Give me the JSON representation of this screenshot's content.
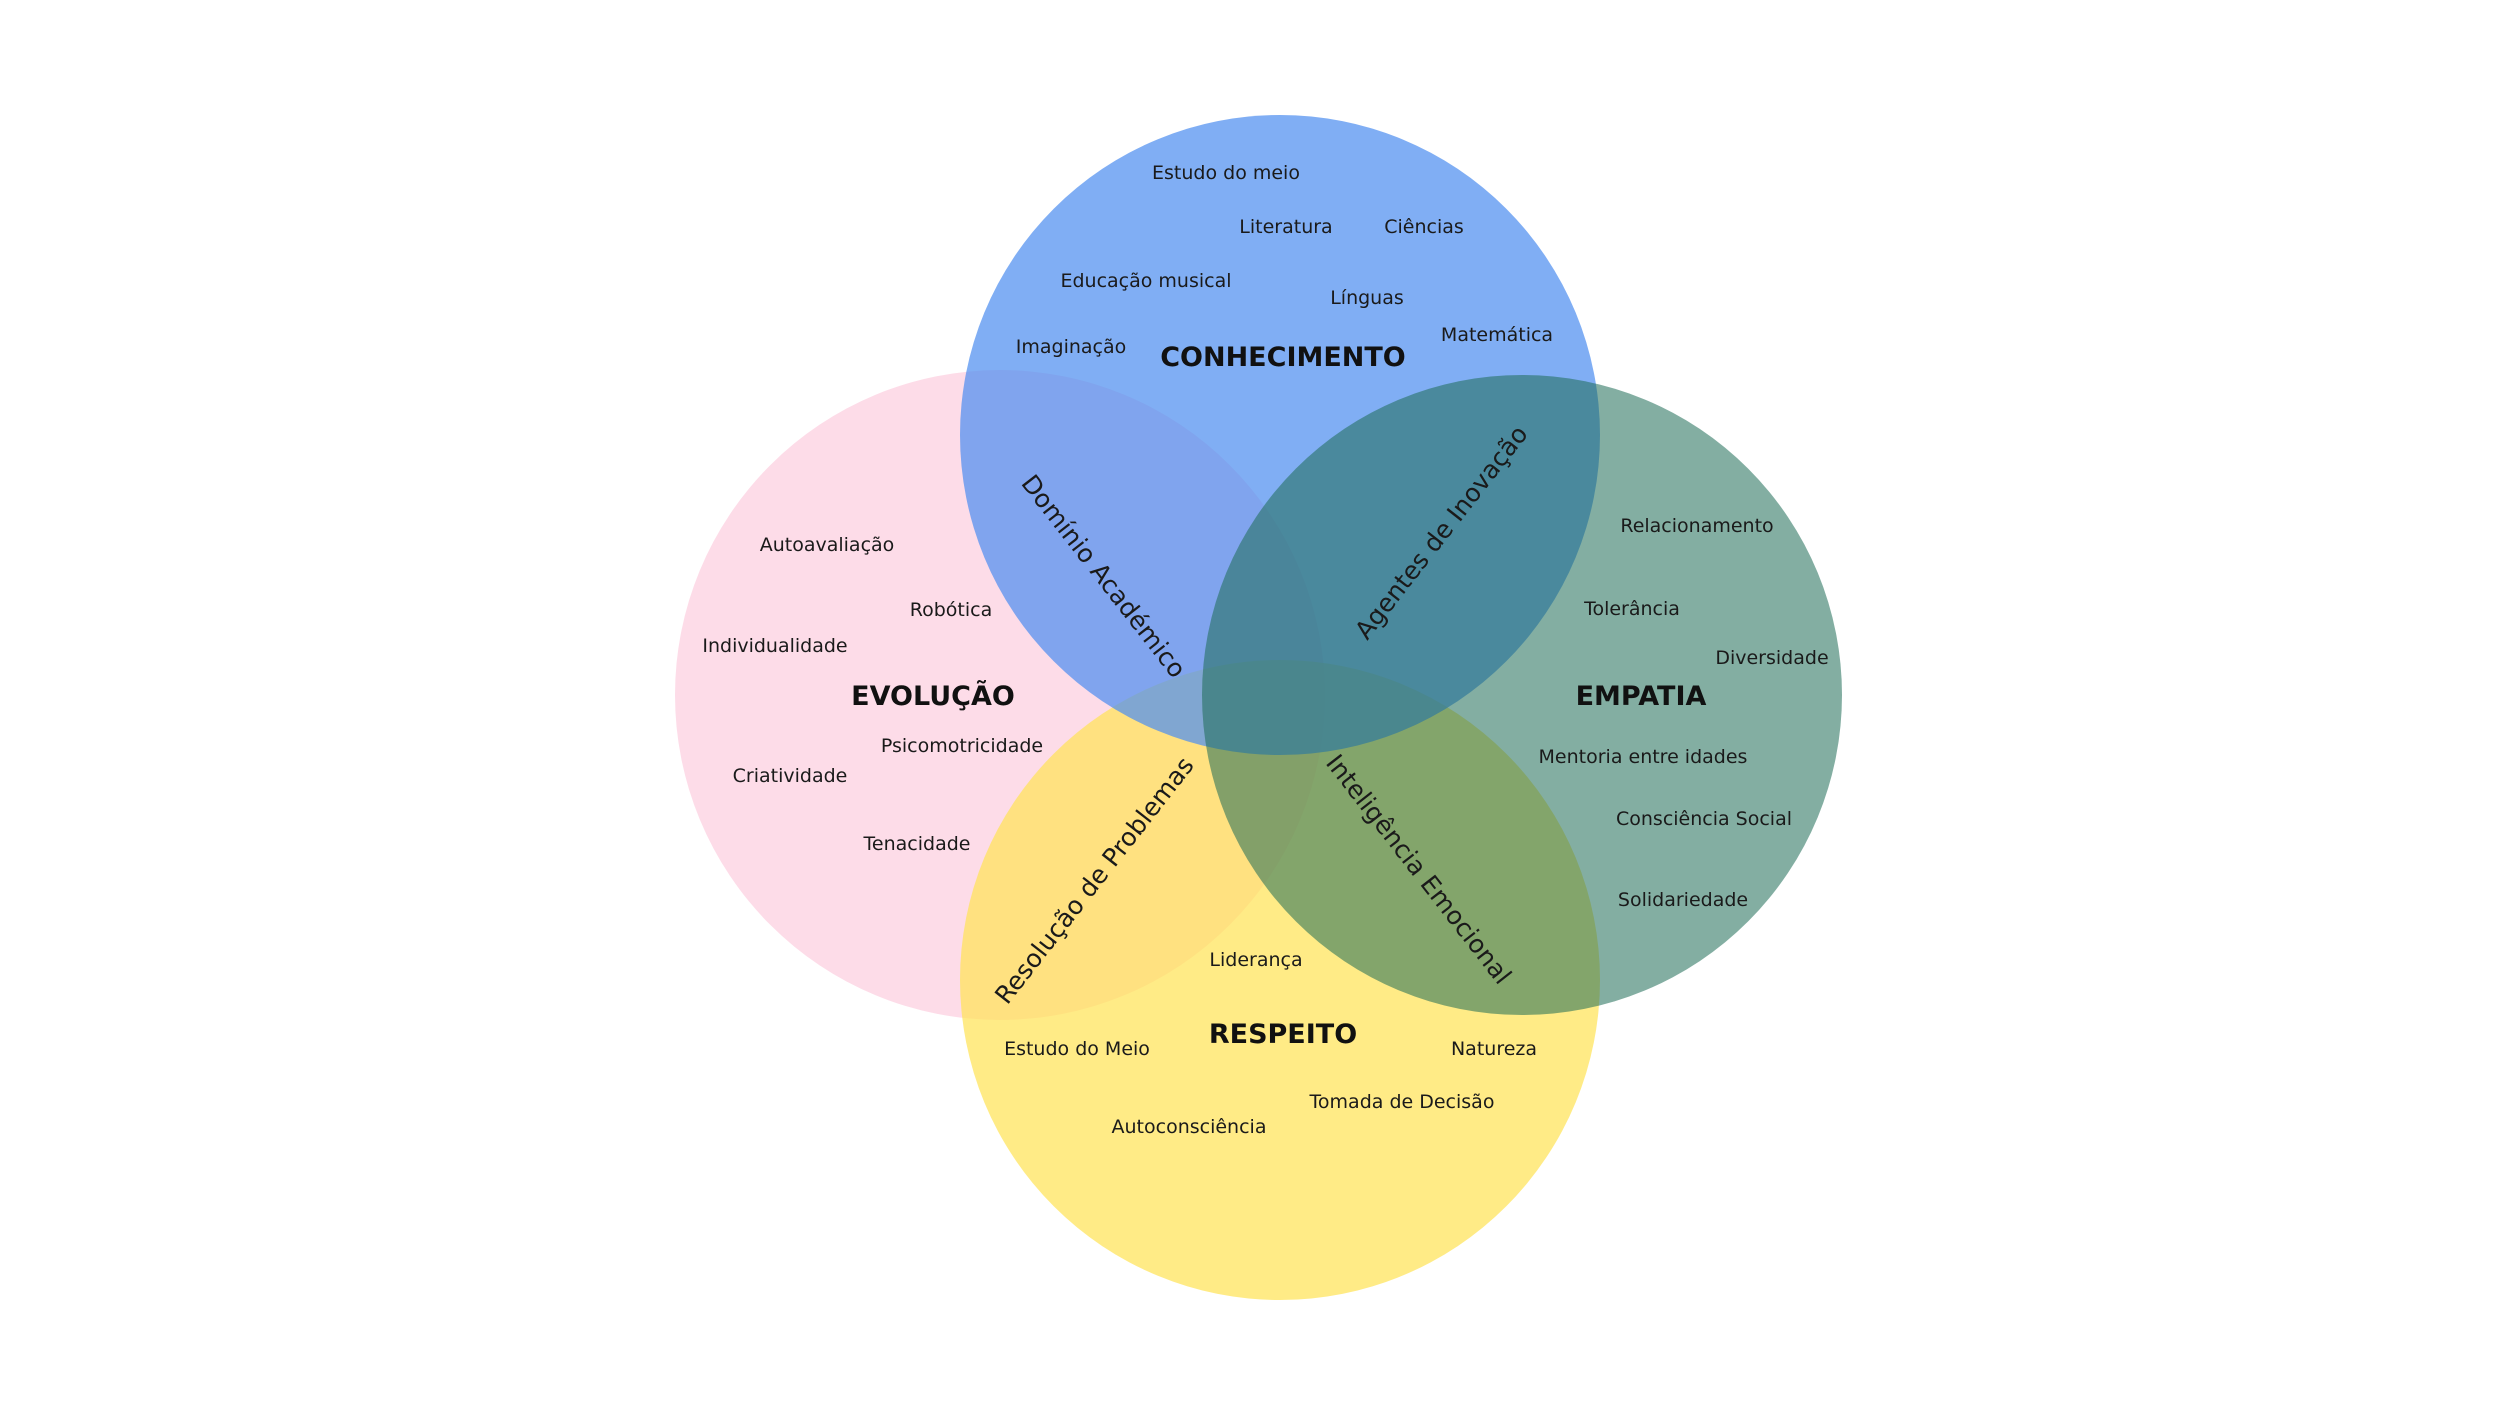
{
  "sets": {
    "conhecimento": {
      "title": "CONHECIMENTO",
      "color": "#4f8ff0",
      "items": [
        "Estudo do meio",
        "Literatura",
        "Ciências",
        "Educação musical",
        "Línguas",
        "Imaginação",
        "Matemática"
      ]
    },
    "evolucao": {
      "title": "EVOLUÇÃO",
      "color": "#fdd3e2",
      "items": [
        "Autoavaliação",
        "Robótica",
        "Individualidade",
        "Psicomotricidade",
        "Criatividade",
        "Tenacidade"
      ]
    },
    "empatia": {
      "title": "EMPATIA",
      "color": "#4f8e7c",
      "items": [
        "Relacionamento",
        "Tolerância",
        "Diversidade",
        "Mentoria entre idades",
        "Consciência Social",
        "Solidariedade"
      ]
    },
    "respeito": {
      "title": "RESPEITO",
      "color": "#ffe357",
      "items": [
        "Liderança",
        "Estudo do Meio",
        "Natureza",
        "Tomada de Decisão",
        "Autoconsciência"
      ]
    }
  },
  "overlaps": {
    "conhecimento_evolucao": "Domínio Académico",
    "conhecimento_empatia": "Agentes de Inovação",
    "evolucao_respeito": "Resolução de Problemas",
    "empatia_respeito": "Inteligência Emocional"
  }
}
